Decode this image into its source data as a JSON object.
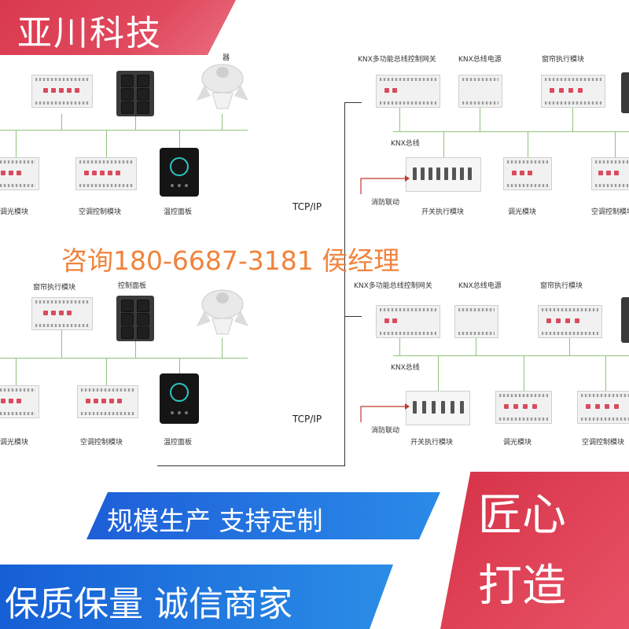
{
  "brand": {
    "name": "亚川科技"
  },
  "contact": {
    "text": "咨询180-6687-3181 侯经理"
  },
  "banner": {
    "line1": "规模生产  支持定制",
    "line2": "保质保量  诚信商家",
    "badge_line1": "匠心",
    "badge_line2": "打造"
  },
  "diagram": {
    "tcp_label": "TCP/IP",
    "knx_bus": "KNX总线",
    "fire_link": "消防联动",
    "gateway": "KNX多功能总线控制网关",
    "power": "KNX总线电源",
    "curtain": "窗帘执行模块",
    "curtain_left": "窗帘执行模块",
    "control_panel": "控制面板",
    "sensor_partial": "器",
    "dimmer": "调光模块",
    "ac": "空调控制模块",
    "thermostat": "温控面板",
    "switch": "开关执行模块"
  },
  "colors": {
    "bus_line": "#8fc27c",
    "brand_red": "#d9394e",
    "banner_blue": "#1e5ed8",
    "contact_orange": "#ef7a2f"
  }
}
